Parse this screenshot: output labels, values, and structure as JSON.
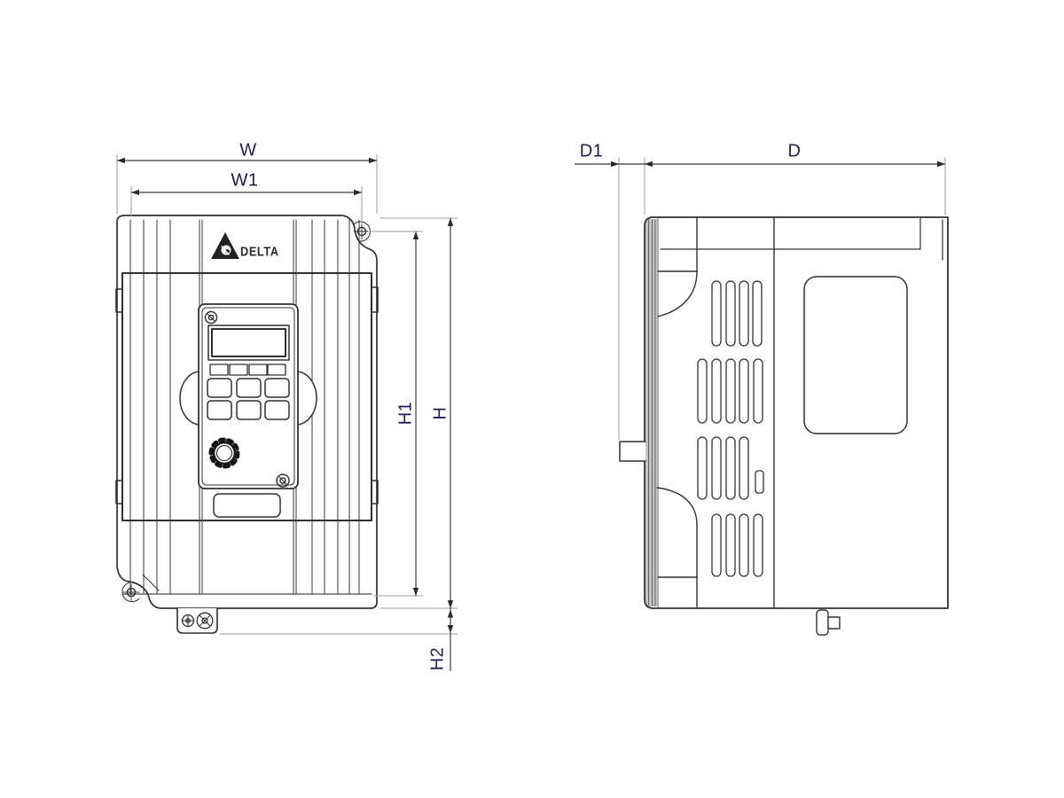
{
  "drawing": {
    "brand_wordmark": "DELTA",
    "dimension_labels": {
      "w": "W",
      "w1": "W1",
      "h1": "H1",
      "h": "H",
      "h2": "H2",
      "d1": "D1",
      "d": "D"
    },
    "colors": {
      "outline": "#303030",
      "thin_line": "#4a4a4a",
      "extension_line": "#9c9c9c",
      "dimension_line": "#3c3c3c",
      "arrow": "#2b2b2b",
      "label_text": "#1d1d52",
      "panel_shading": "#c4c4c4",
      "background": "#ffffff"
    }
  }
}
